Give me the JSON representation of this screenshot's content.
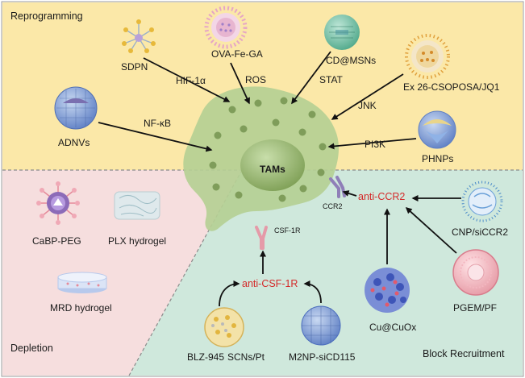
{
  "sections": {
    "reprogramming": "Reprogramming",
    "depletion": "Depletion",
    "block_recruitment": "Block Recruitment"
  },
  "center_cell": {
    "label": "TAMs",
    "receptor_ccr2": "CCR2",
    "receptor_csf1r": "CSF-1R"
  },
  "reprogramming": {
    "nanoparticles": {
      "sdpn": "SDPN",
      "ova_fe_ga": "OVA-Fe-GA",
      "cd_msns": "CD@MSNs",
      "ex26": "Ex 26-CSOPOSA/JQ1",
      "adnvs": "ADNVs",
      "phnps": "PHNPs"
    },
    "pathways": {
      "hif": "HIF-1α",
      "ros": "ROS",
      "stat": "STAT",
      "jnk": "JNK",
      "nfkb": "NF-κB",
      "pi3k": "PI3K"
    }
  },
  "depletion": {
    "cabp_peg": "CaBP-PEG",
    "plx_hydrogel": "PLX hydrogel",
    "mrd_hydrogel": "MRD hydrogel"
  },
  "block_recruitment": {
    "anti_ccr2": "anti-CCR2",
    "anti_csf1r": "anti-CSF-1R",
    "cnp_siccr2": "CNP/siCCR2",
    "pgem_pf": "PGEM/PF",
    "cu_cuox": "Cu@CuOx",
    "blz945": "BLZ-945",
    "scns_pt": "SCNs/Pt",
    "m2np": "M2NP-siCD115"
  },
  "colors": {
    "reprogramming_bg": "#fbe8a8",
    "depletion_bg": "#f6dede",
    "recruitment_bg": "#cfe8dc",
    "cell": "#b5cf94",
    "nucleus": "#8ead62",
    "accent_red": "#d42a2a"
  }
}
